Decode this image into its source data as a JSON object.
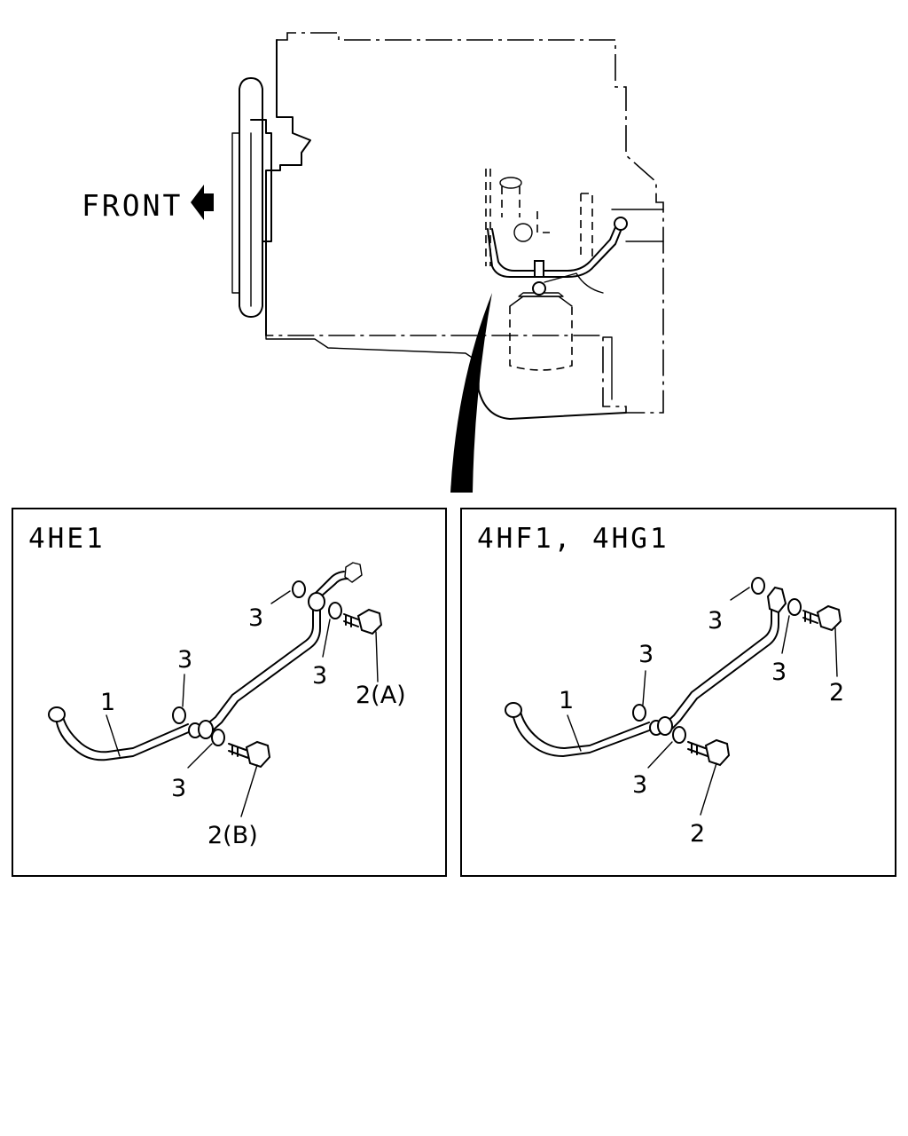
{
  "overview": {
    "front_label": "FRONT"
  },
  "panels": [
    {
      "title": "4HE1",
      "callouts": {
        "pipe": "1",
        "washer_upper": "3",
        "washer_mid_right": "3",
        "washer_left": "3",
        "washer_lower": "3",
        "bolt_a": "2(A)",
        "bolt_b": "2(B)"
      }
    },
    {
      "title": "4HF1, 4HG1",
      "callouts": {
        "pipe": "1",
        "washer_upper": "3",
        "washer_mid_right": "3",
        "washer_left": "3",
        "washer_lower": "3",
        "bolt_a": "2",
        "bolt_b": "2"
      }
    }
  ]
}
